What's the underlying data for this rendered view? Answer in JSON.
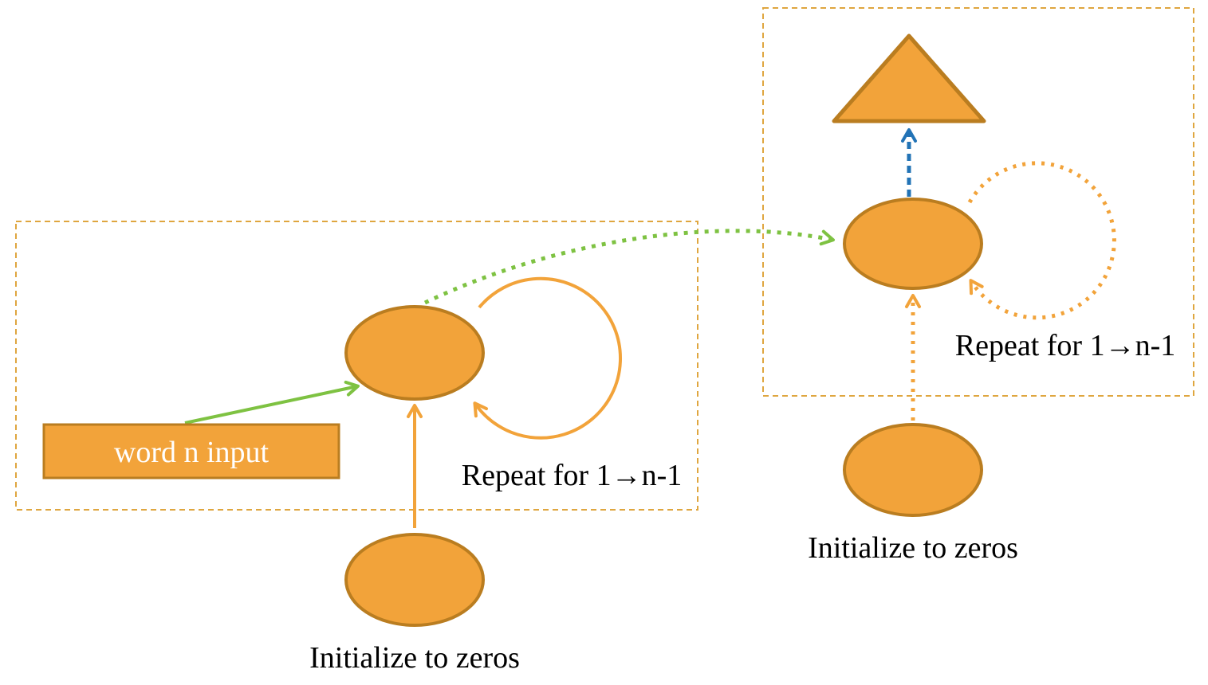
{
  "colors": {
    "shape_fill": "#F2A33A",
    "shape_stroke": "#BA7D20",
    "green": "#7EC242",
    "blue": "#2273B6",
    "box_border": "#DFA63F",
    "label_text": "#000000",
    "input_label_text": "#FFFFFF",
    "background": "#FFFFFF"
  },
  "left_group": {
    "input_label": "word n input",
    "repeat_label": "Repeat for 1→n-1",
    "init_label": "Initialize to zeros"
  },
  "right_group": {
    "repeat_label": "Repeat for 1→n-1",
    "init_label": "Initialize to zeros"
  }
}
